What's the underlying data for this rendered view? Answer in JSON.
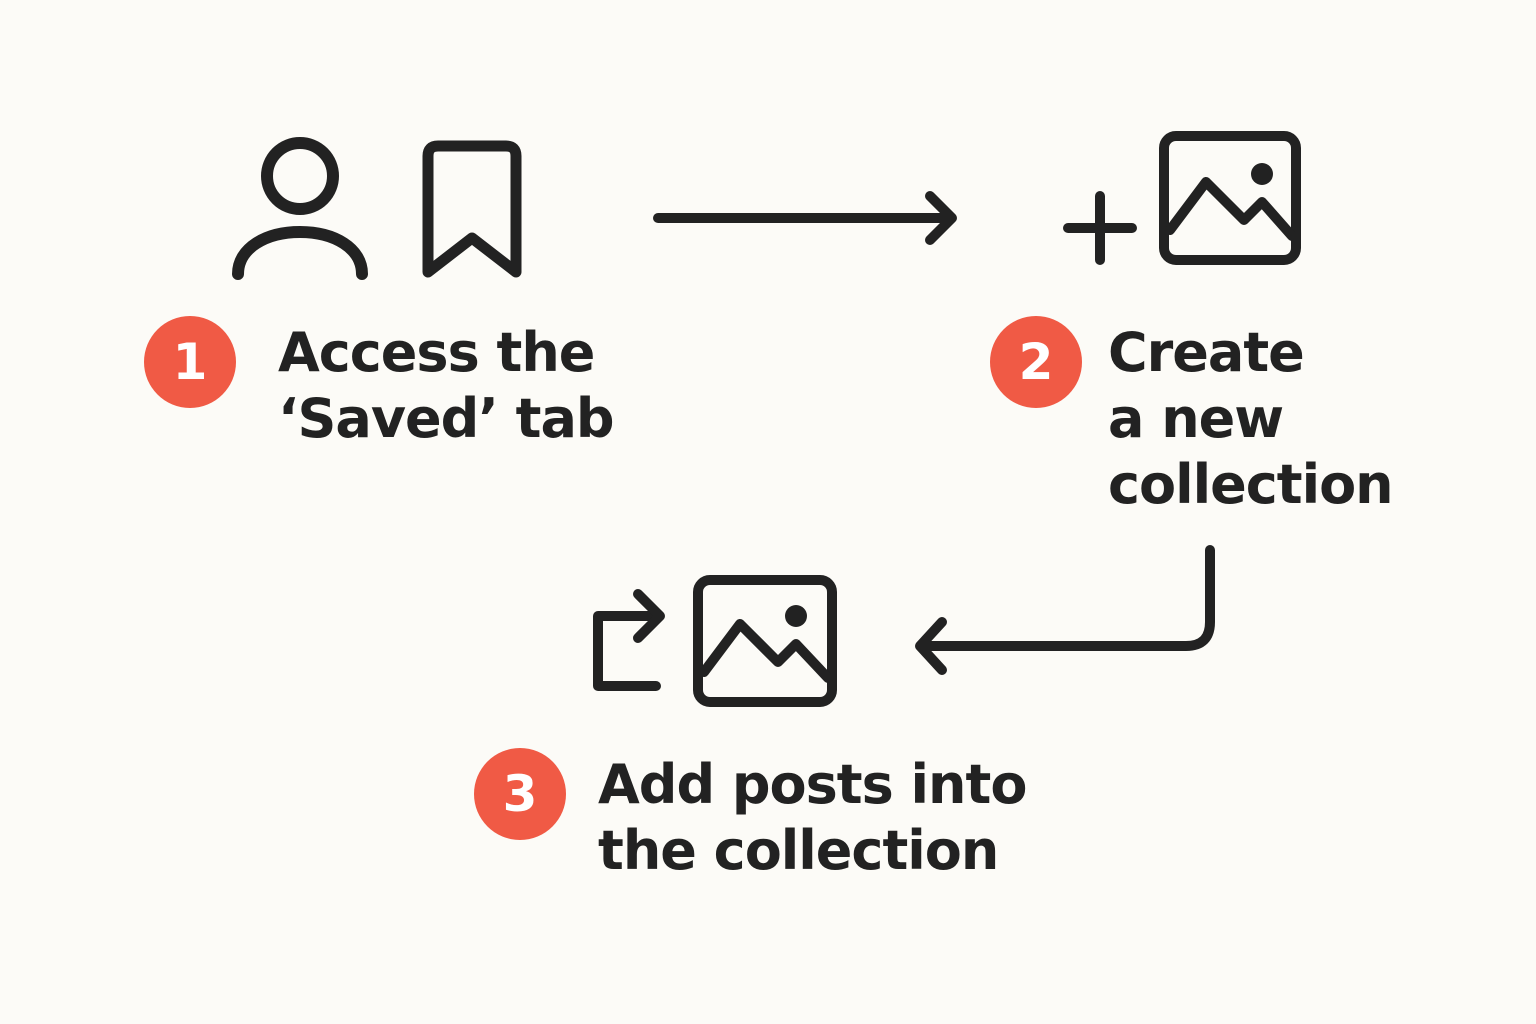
{
  "colors": {
    "background": "#fcfbf7",
    "ink": "#222222",
    "badge": "#f05a45"
  },
  "steps": [
    {
      "number": "1",
      "label_lines": [
        "Access the",
        "‘Saved’ tab"
      ],
      "icons": [
        "user-icon",
        "bookmark-icon"
      ]
    },
    {
      "number": "2",
      "label_lines": [
        "Create",
        "a new",
        "collection"
      ],
      "icons": [
        "plus-icon",
        "image-icon"
      ]
    },
    {
      "number": "3",
      "label_lines": [
        "Add posts into",
        "the collection"
      ],
      "icons": [
        "share-arrow-icon",
        "image-icon"
      ]
    }
  ],
  "connectors": [
    "arrow-right",
    "arrow-down-left"
  ]
}
